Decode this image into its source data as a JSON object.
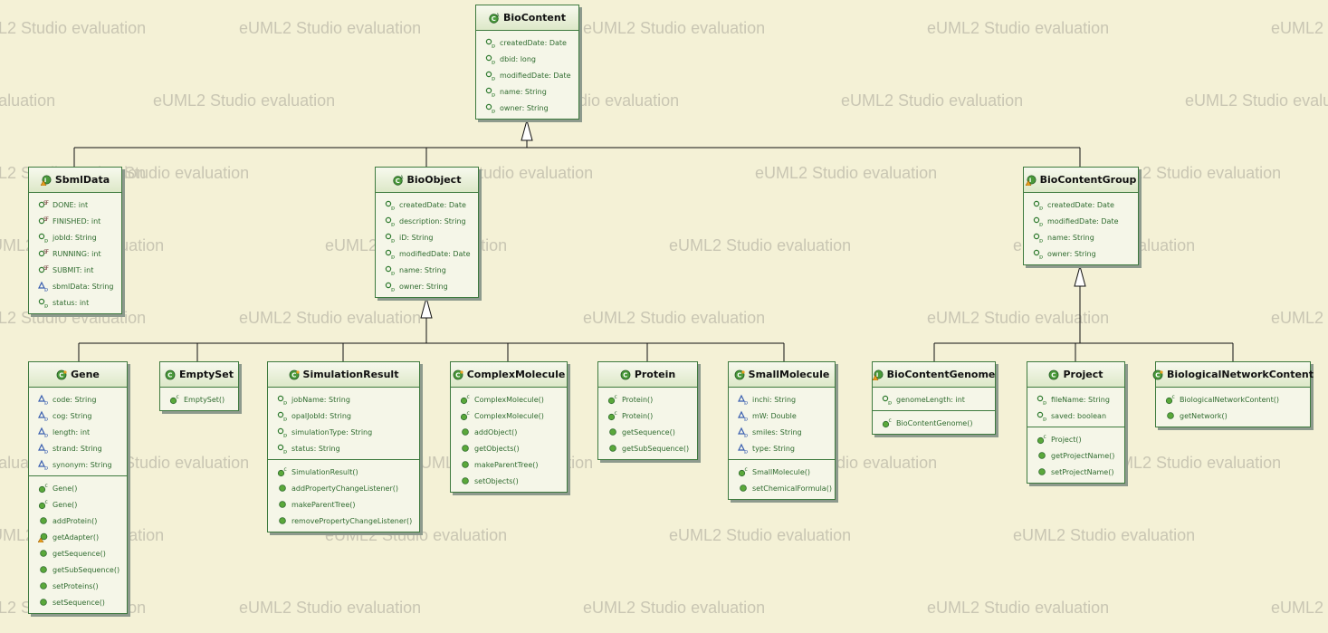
{
  "watermark": "eUML2 Studio evaluation",
  "colors": {
    "background": "#f4f1d6",
    "border": "#3e7a3e",
    "text": "#2f6b2f",
    "watermark": "#c9c6b3"
  },
  "classes": [
    {
      "id": "biocontent",
      "name": "BioContent",
      "icon": "abstract-class-icon",
      "sections": [
        [
          {
            "label": "createdDate: Date",
            "icon": "property-icon"
          },
          {
            "label": "dbid: long",
            "icon": "property-icon"
          },
          {
            "label": "modifiedDate: Date",
            "icon": "property-icon"
          },
          {
            "label": "name: String",
            "icon": "property-icon"
          },
          {
            "label": "owner: String",
            "icon": "property-icon"
          }
        ]
      ]
    },
    {
      "id": "sbmldata",
      "name": "SbmlData",
      "icon": "interface-warning-icon",
      "sections": [
        [
          {
            "label": "DONE: int",
            "icon": "static-final-field-icon"
          },
          {
            "label": "FINISHED: int",
            "icon": "static-final-field-icon"
          },
          {
            "label": "jobId: String",
            "icon": "property-icon"
          },
          {
            "label": "RUNNING: int",
            "icon": "static-final-field-icon"
          },
          {
            "label": "SUBMIT: int",
            "icon": "static-final-field-icon"
          },
          {
            "label": "sbmlData: String",
            "icon": "protected-field-icon"
          },
          {
            "label": "status: int",
            "icon": "property-icon"
          }
        ]
      ]
    },
    {
      "id": "bioobject",
      "name": "BioObject",
      "icon": "abstract-class-icon",
      "sections": [
        [
          {
            "label": "createdDate: Date",
            "icon": "property-icon"
          },
          {
            "label": "description: String",
            "icon": "property-icon"
          },
          {
            "label": "iD: String",
            "icon": "property-icon"
          },
          {
            "label": "modifiedDate: Date",
            "icon": "property-icon"
          },
          {
            "label": "name: String",
            "icon": "property-icon"
          },
          {
            "label": "owner: String",
            "icon": "property-icon"
          }
        ]
      ]
    },
    {
      "id": "biocontentgroup",
      "name": "BioContentGroup",
      "icon": "interface-warning-icon",
      "sections": [
        [
          {
            "label": "createdDate: Date",
            "icon": "property-icon"
          },
          {
            "label": "modifiedDate: Date",
            "icon": "property-icon"
          },
          {
            "label": "name: String",
            "icon": "property-icon"
          },
          {
            "label": "owner: String",
            "icon": "property-icon"
          }
        ]
      ]
    },
    {
      "id": "gene",
      "name": "Gene",
      "icon": "class-property-icon",
      "sections": [
        [
          {
            "label": "code: String",
            "icon": "protected-field-icon"
          },
          {
            "label": "cog: String",
            "icon": "protected-field-icon"
          },
          {
            "label": "length: int",
            "icon": "protected-field-icon"
          },
          {
            "label": "strand: String",
            "icon": "protected-field-icon"
          },
          {
            "label": "synonym: String",
            "icon": "protected-field-icon"
          }
        ],
        [
          {
            "label": "Gene()",
            "icon": "constructor-icon"
          },
          {
            "label": "Gene()",
            "icon": "constructor-icon"
          },
          {
            "label": "addProtein()",
            "icon": "method-icon"
          },
          {
            "label": "getAdapter()",
            "icon": "method-warning-icon"
          },
          {
            "label": "getSequence()",
            "icon": "method-icon"
          },
          {
            "label": "getSubSequence()",
            "icon": "method-icon"
          },
          {
            "label": "setProteins()",
            "icon": "method-icon"
          },
          {
            "label": "setSequence()",
            "icon": "method-icon"
          }
        ]
      ]
    },
    {
      "id": "emptyset",
      "name": "EmptySet",
      "icon": "class-icon",
      "sections": [
        [
          {
            "label": "EmptySet()",
            "icon": "constructor-icon"
          }
        ]
      ]
    },
    {
      "id": "simulationresult",
      "name": "SimulationResult",
      "icon": "class-property-icon",
      "sections": [
        [
          {
            "label": "jobName: String",
            "icon": "property-icon"
          },
          {
            "label": "opalJobId: String",
            "icon": "property-icon"
          },
          {
            "label": "simulationType: String",
            "icon": "property-icon"
          },
          {
            "label": "status: String",
            "icon": "property-icon"
          }
        ],
        [
          {
            "label": "SimulationResult()",
            "icon": "constructor-icon"
          },
          {
            "label": "addPropertyChangeListener()",
            "icon": "method-icon"
          },
          {
            "label": "makeParentTree()",
            "icon": "method-icon"
          },
          {
            "label": "removePropertyChangeListener()",
            "icon": "method-icon"
          }
        ]
      ]
    },
    {
      "id": "complexmolecule",
      "name": "ComplexMolecule",
      "icon": "class-property-icon",
      "sections": [
        [
          {
            "label": "ComplexMolecule()",
            "icon": "constructor-icon"
          },
          {
            "label": "ComplexMolecule()",
            "icon": "constructor-icon"
          },
          {
            "label": "addObject()",
            "icon": "method-icon"
          },
          {
            "label": "getObjects()",
            "icon": "method-icon"
          },
          {
            "label": "makeParentTree()",
            "icon": "method-icon"
          },
          {
            "label": "setObjects()",
            "icon": "method-icon"
          }
        ]
      ]
    },
    {
      "id": "protein",
      "name": "Protein",
      "icon": "class-icon",
      "sections": [
        [
          {
            "label": "Protein()",
            "icon": "constructor-icon"
          },
          {
            "label": "Protein()",
            "icon": "constructor-icon"
          },
          {
            "label": "getSequence()",
            "icon": "method-icon"
          },
          {
            "label": "getSubSequence()",
            "icon": "method-icon"
          }
        ]
      ]
    },
    {
      "id": "smallmolecule",
      "name": "SmallMolecule",
      "icon": "class-property-icon",
      "sections": [
        [
          {
            "label": "inchi: String",
            "icon": "protected-field-icon"
          },
          {
            "label": "mW: Double",
            "icon": "protected-field-icon"
          },
          {
            "label": "smiles: String",
            "icon": "protected-field-icon"
          },
          {
            "label": "type: String",
            "icon": "protected-field-icon"
          }
        ],
        [
          {
            "label": "SmallMolecule()",
            "icon": "constructor-icon"
          },
          {
            "label": "setChemicalFormula()",
            "icon": "method-icon"
          }
        ]
      ]
    },
    {
      "id": "biocontentgenome",
      "name": "BioContentGenome",
      "icon": "interface-warning-icon",
      "sections": [
        [
          {
            "label": "genomeLength: int",
            "icon": "property-icon"
          }
        ],
        [
          {
            "label": "BioContentGenome()",
            "icon": "constructor-icon"
          }
        ]
      ]
    },
    {
      "id": "project",
      "name": "Project",
      "icon": "class-icon",
      "sections": [
        [
          {
            "label": "fileName: String",
            "icon": "property-icon"
          },
          {
            "label": "saved: boolean",
            "icon": "property-icon"
          }
        ],
        [
          {
            "label": "Project()",
            "icon": "constructor-icon"
          },
          {
            "label": "getProjectName()",
            "icon": "method-icon"
          },
          {
            "label": "setProjectName()",
            "icon": "method-icon"
          }
        ]
      ]
    },
    {
      "id": "biologicalnetworkcontent",
      "name": "BiologicalNetworkContent",
      "icon": "class-property-icon",
      "sections": [
        [
          {
            "label": "BiologicalNetworkContent()",
            "icon": "constructor-icon"
          },
          {
            "label": "getNetwork()",
            "icon": "method-icon"
          }
        ]
      ]
    }
  ]
}
